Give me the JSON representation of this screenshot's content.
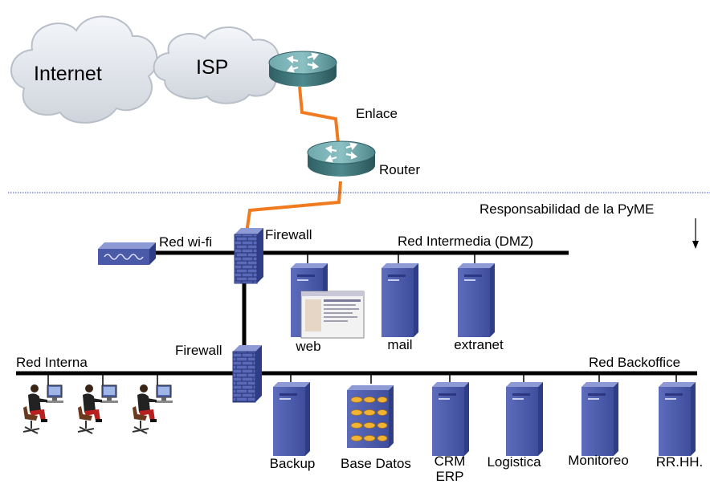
{
  "clouds": {
    "internet": "Internet",
    "isp": "ISP"
  },
  "links": {
    "enlace": "Enlace",
    "router": "Router"
  },
  "boundary": {
    "label": "Responsabilidad de la PyME"
  },
  "networks": {
    "wifi": "Red wi-fi",
    "dmz": "Red Intermedia (DMZ)",
    "internal": "Red Interna",
    "backoffice": "Red Backoffice"
  },
  "firewalls": {
    "top": "Firewall",
    "bottom": "Firewall"
  },
  "dmz_servers": [
    "web",
    "mail",
    "extranet"
  ],
  "backoffice_servers": {
    "backup": "Backup",
    "database": "Base Datos",
    "crm_line1": "CRM",
    "crm_line2": "ERP",
    "logistics": "Logistica",
    "monitoring": "Monitoreo",
    "hr": "RR.HH."
  },
  "colors": {
    "orange_link": "#f07a20",
    "server_blue": "#4a5aa8",
    "router_teal": "#3e7a7e",
    "firewall_blue": "#5060b0",
    "boundary_dotted": "#3a4fb0"
  }
}
